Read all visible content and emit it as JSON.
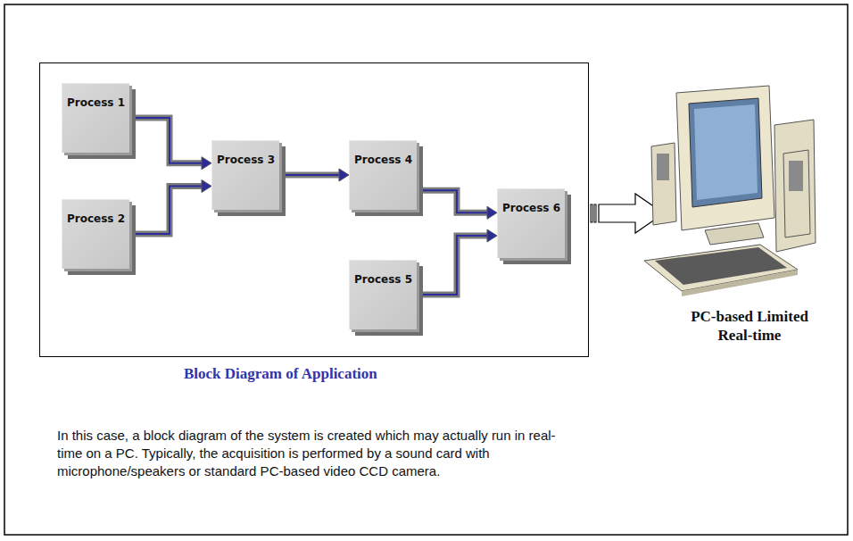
{
  "diagram": {
    "caption": "In this case, a block diagram of the system is created which may actually run in real-time on a PC. Typically, the acquisition is performed by a sound card with microphone/speakers or standard PC-based video CCD camera.",
    "nodes": [
      {
        "text": [
          "Block Diagram of Application"
        ]
      },
      {
        "text": [
          "Process 1"
        ],
        "in": 0
      },
      {
        "text": [
          "Process 2"
        ],
        "in": 0
      },
      {
        "text": [
          "Process 3"
        ],
        "in": 0
      },
      {
        "text": [
          "Process 4"
        ],
        "in": 0
      },
      {
        "text": [
          "Process 5"
        ],
        "in": 0
      },
      {
        "text": [
          "Process 6"
        ],
        "in": 0
      }
    ],
    "edges": [
      {
        "from": 1,
        "to": 3,
        "arrow": "to"
      },
      {
        "from": 2,
        "to": 3,
        "arrow": "to"
      },
      {
        "from": 3,
        "to": 4,
        "arrow": "to"
      },
      {
        "from": 4,
        "to": 6,
        "arrow": "to"
      },
      {
        "from": 5,
        "to": 6,
        "arrow": "to"
      }
    ],
    "labels": [
      "PC-based Limited Real-time"
    ]
  }
}
